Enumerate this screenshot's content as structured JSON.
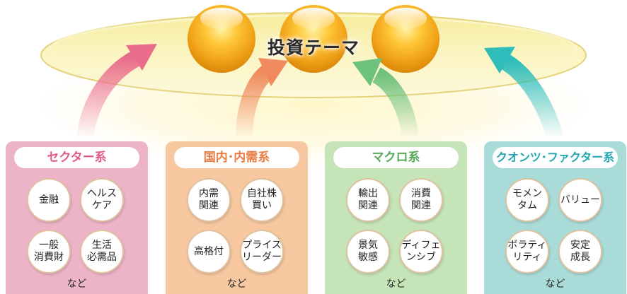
{
  "theme": {
    "title": "投資テーマ"
  },
  "categories": [
    {
      "key": "sector",
      "title": "セクター系",
      "items": [
        "金融",
        "ヘルス\nケア",
        "一般\n消費財",
        "生活\n必需品"
      ],
      "more": "など",
      "panel_color": "#edb3c6",
      "title_color": "#e05a86",
      "arrow_color": "#ea6e8c"
    },
    {
      "key": "domestic",
      "title": "国内･内需系",
      "items": [
        "内需\n関連",
        "自社株\n買い",
        "高格付",
        "プライス\nリーダー"
      ],
      "more": "など",
      "panel_color": "#f7c8a0",
      "title_color": "#ea7c45",
      "arrow_color": "#f08a5e"
    },
    {
      "key": "macro",
      "title": "マクロ系",
      "items": [
        "輸出\n関連",
        "消費\n関連",
        "景気\n敏感",
        "ディフェ\nンシブ"
      ],
      "more": "など",
      "panel_color": "#c5e4b8",
      "title_color": "#55a95a",
      "arrow_color": "#6fc27c"
    },
    {
      "key": "quants",
      "title": "クオンツ･ファクター系",
      "items": [
        "モメン\nタム",
        "バリュー",
        "ボラティ\nリティ",
        "安定\n成長"
      ],
      "more": "など",
      "panel_color": "#a9dbd8",
      "title_color": "#21a6b2",
      "arrow_color": "#2ebdbb"
    }
  ]
}
